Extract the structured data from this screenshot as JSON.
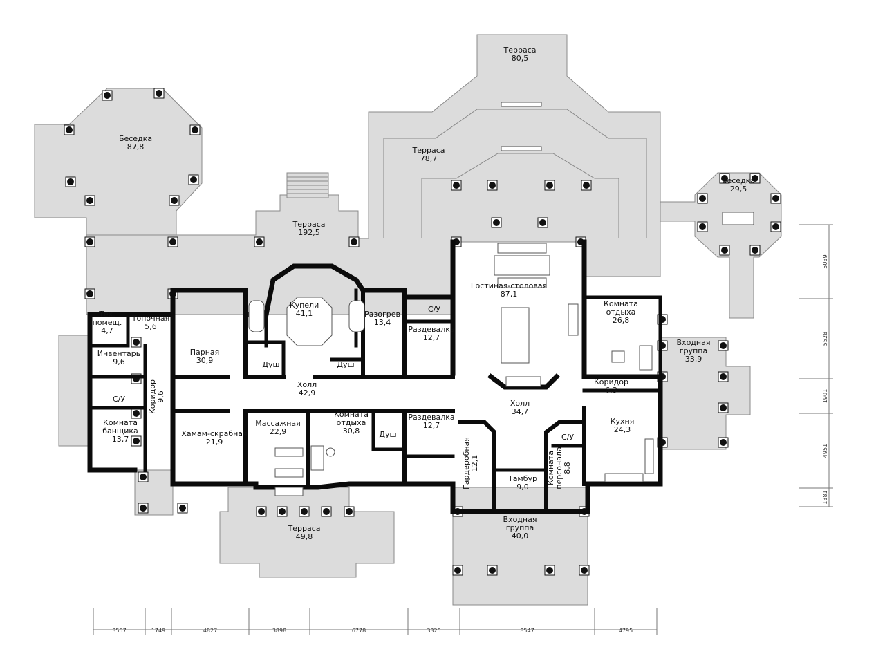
{
  "rooms": [
    {
      "id": "besedka1",
      "name": "Беседка",
      "area": "87,8"
    },
    {
      "id": "terrasa80",
      "name": "Терраса",
      "area": "80,5"
    },
    {
      "id": "terrasa78",
      "name": "Терраса",
      "area": "78,7"
    },
    {
      "id": "besedka2",
      "name": "Беседка",
      "area": "29,5"
    },
    {
      "id": "terrasa192",
      "name": "Терраса",
      "area": "192,5"
    },
    {
      "id": "gostinaya",
      "name": "Гостиная-столовая",
      "area": "87,1"
    },
    {
      "id": "kupeli",
      "name": "Купели",
      "area": "41,1"
    },
    {
      "id": "razogrev",
      "name": "Разогрев",
      "area": "13,4"
    },
    {
      "id": "su1",
      "name": "С/У",
      "area": ""
    },
    {
      "id": "razdevalka1",
      "name": "Раздевалка",
      "area": "12,7"
    },
    {
      "id": "komnata_otdyha1",
      "name": "Комната отдыха",
      "area": "26,8"
    },
    {
      "id": "tehpom",
      "name": "Тех. помещ.",
      "area": "4,7"
    },
    {
      "id": "topochnaya",
      "name": "Топочная",
      "area": "5,6"
    },
    {
      "id": "parnaya",
      "name": "Парная",
      "area": "30,9"
    },
    {
      "id": "dush1",
      "name": "Душ",
      "area": ""
    },
    {
      "id": "dush2",
      "name": "Душ",
      "area": ""
    },
    {
      "id": "vhodnaya1",
      "name": "Входная группа",
      "area": "33,9"
    },
    {
      "id": "inventar",
      "name": "Инвентарь",
      "area": "9,6"
    },
    {
      "id": "koridor1",
      "name": "Коридор",
      "area": "9,6"
    },
    {
      "id": "holl1",
      "name": "Холл",
      "area": "42,9"
    },
    {
      "id": "holl2",
      "name": "Холл",
      "area": "34,7"
    },
    {
      "id": "koridor2",
      "name": "Коридор",
      "area": "6,3"
    },
    {
      "id": "su2",
      "name": "С/У",
      "area": ""
    },
    {
      "id": "massazhnaya",
      "name": "Массажная",
      "area": "22,9"
    },
    {
      "id": "komnata_otdyha2",
      "name": "Комната отдыха",
      "area": "30,8"
    },
    {
      "id": "razdevalka2",
      "name": "Раздевалка",
      "area": "12,7"
    },
    {
      "id": "dush3",
      "name": "Душ",
      "area": ""
    },
    {
      "id": "kuhnya",
      "name": "Кухня",
      "area": "24,3"
    },
    {
      "id": "su3",
      "name": "С/У",
      "area": ""
    },
    {
      "id": "komnata_banshika",
      "name": "Комната банщика",
      "area": "13,7"
    },
    {
      "id": "hamam",
      "name": "Хамам-скрабная",
      "area": "21,9"
    },
    {
      "id": "garderobnaya",
      "name": "Гардеробная",
      "area": "12,1"
    },
    {
      "id": "tambur",
      "name": "Тамбур",
      "area": "9,0"
    },
    {
      "id": "komnata_personala",
      "name": "Комната персонала",
      "area": "8,8"
    },
    {
      "id": "terrasa49",
      "name": "Терраса",
      "area": "49,8"
    },
    {
      "id": "vhodnaya2",
      "name": "Входная группа",
      "area": "40,0"
    }
  ],
  "dimensions_bottom": [
    "3557",
    "1749",
    "4827",
    "3898",
    "6778",
    "3325",
    "8547",
    "4795"
  ],
  "dimensions_right": [
    "5039",
    "5528",
    "1901",
    "4951",
    "1381"
  ],
  "colors": {
    "terrace": "#dcdcdc",
    "wall": "#0b0b0b",
    "outline": "#8a8a8a"
  }
}
